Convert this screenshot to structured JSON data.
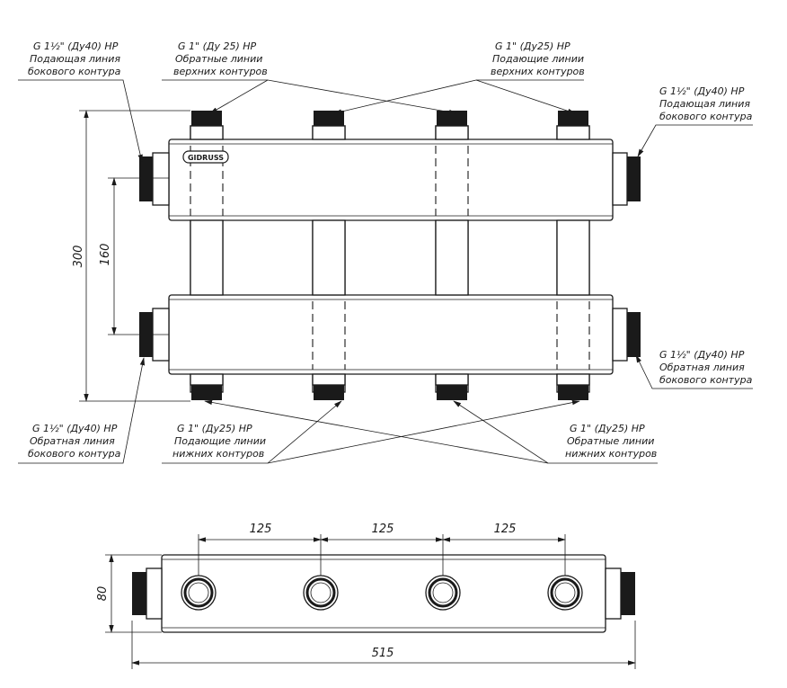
{
  "callouts": {
    "top_left": {
      "line1": "G 1½\" (Ду40) НР",
      "line2": "Подающая линия",
      "line3": "бокового контура"
    },
    "top_mid_left": {
      "line1": "G 1\" (Ду 25) НР",
      "line2": "Обратные линии",
      "line3": "верхних контуров"
    },
    "top_mid_right": {
      "line1": "G 1\" (Ду25) НР",
      "line2": "Подающие линии",
      "line3": "верхних контуров"
    },
    "right_upper": {
      "line1": "G 1½\" (Ду40) НР",
      "line2": "Подающая линия",
      "line3": "бокового контура"
    },
    "right_lower": {
      "line1": "G 1½\" (Ду40) НР",
      "line2": "Обратная линия",
      "line3": "бокового контура"
    },
    "bottom_left": {
      "line1": "G 1½\" (Ду40) НР",
      "line2": "Обратная линия",
      "line3": "бокового контура"
    },
    "bottom_mid_left": {
      "line1": "G 1\" (Ду25) НР",
      "line2": "Подающие линии",
      "line3": "нижних контуров"
    },
    "bottom_mid_right": {
      "line1": "G 1\" (Ду25) НР",
      "line2": "Обратные линии",
      "line3": "нижних контуров"
    }
  },
  "dimensions": {
    "overall_height": "300",
    "header_spacing": "160",
    "pitch_1": "125",
    "pitch_2": "125",
    "pitch_3": "125",
    "depth": "80",
    "overall_length": "515"
  },
  "logo": {
    "text": "GIDRUSS"
  }
}
